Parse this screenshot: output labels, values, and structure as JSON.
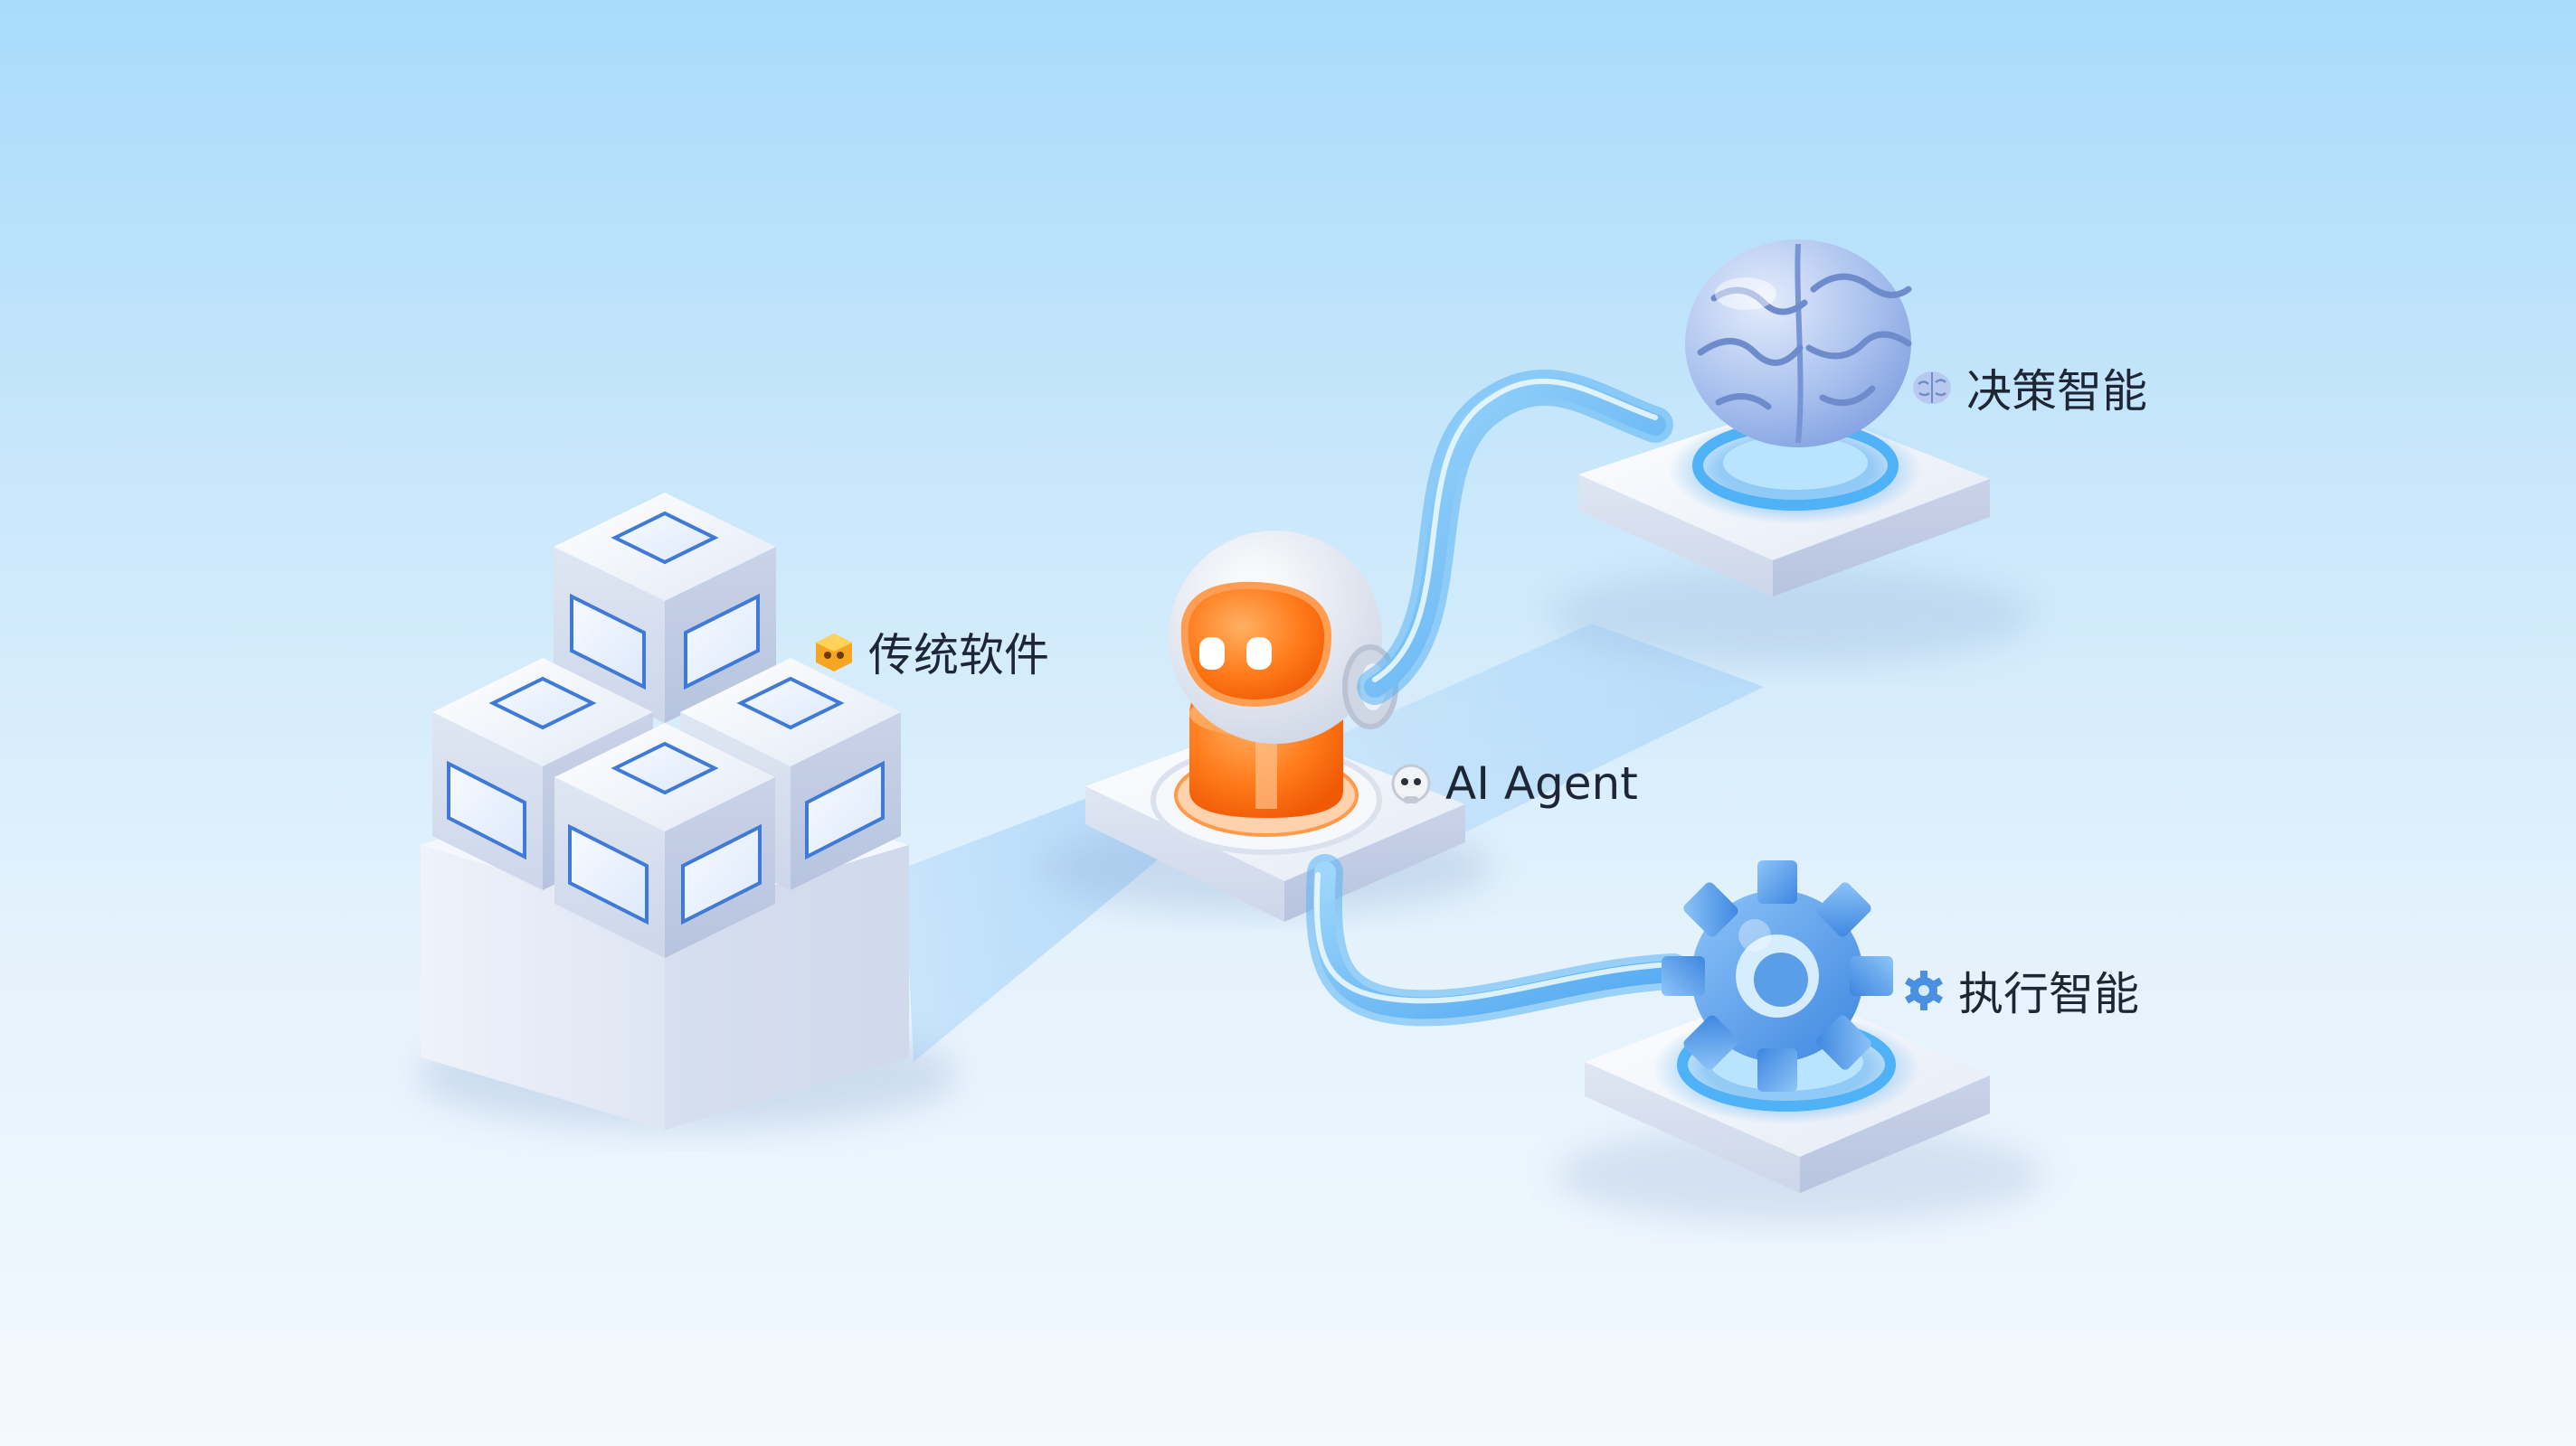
{
  "nodes": {
    "traditional_software": {
      "label": "传统软件",
      "icon": "cube-icon"
    },
    "ai_agent": {
      "label": "AI Agent",
      "icon": "robot-icon"
    },
    "decision_intelligence": {
      "label": "决策智能",
      "icon": "brain-icon"
    },
    "execution_intelligence": {
      "label": "执行智能",
      "icon": "gear-icon"
    }
  },
  "colors": {
    "background_top": "#a9dbfb",
    "background_bottom": "#f3f9fe",
    "accent_blue": "#4a90e2",
    "robot_orange": "#ff7a1a",
    "platform_white": "#eef3fb"
  }
}
